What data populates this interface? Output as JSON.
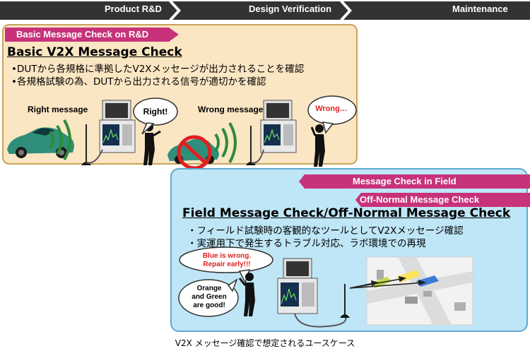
{
  "phases": {
    "phase1": "Product R&D",
    "phase2": "Design Verification",
    "phase3": "Maintenance"
  },
  "basic_panel": {
    "tag": "Basic Message Check on R&D",
    "heading": "Basic V2X Message Check",
    "bullets": [
      "•DUTから各規格に準拠したV2Xメッセージが出力されることを確認",
      "•各規格試験の為、DUTから出力される信号が適切かを確認"
    ],
    "right_label": "Right message",
    "wrong_label": "Wrong message",
    "bubble_right": "Right!",
    "bubble_wrong": "Wrong…"
  },
  "field_panel": {
    "tag1": "Message Check in Field",
    "tag2": "Off-Normal Message Check",
    "heading": "Field Message Check/Off-Normal Message Check",
    "bullets": [
      "・フィールド試験時の客観的なツールとしてV2Xメッセージ確認",
      "・実運用下で発生するトラブル対応、ラボ環境での再現"
    ],
    "bubble_blue_line1": "Blue is wrong.",
    "bubble_blue_line2": "Repair early!!!",
    "bubble_orange_line1": "Orange",
    "bubble_orange_line2": "and Green",
    "bubble_orange_line3": "are good!"
  },
  "caption": "V2X メッセージ確認で想定されるユースケース",
  "colors": {
    "phase_bar": "#333333",
    "tag_magenta": "#c8327a",
    "basic_bg": "#fbe6c3",
    "field_bg": "#bfe6f6",
    "car_green": "#2f8f7a",
    "wrong_red": "#e02020"
  }
}
